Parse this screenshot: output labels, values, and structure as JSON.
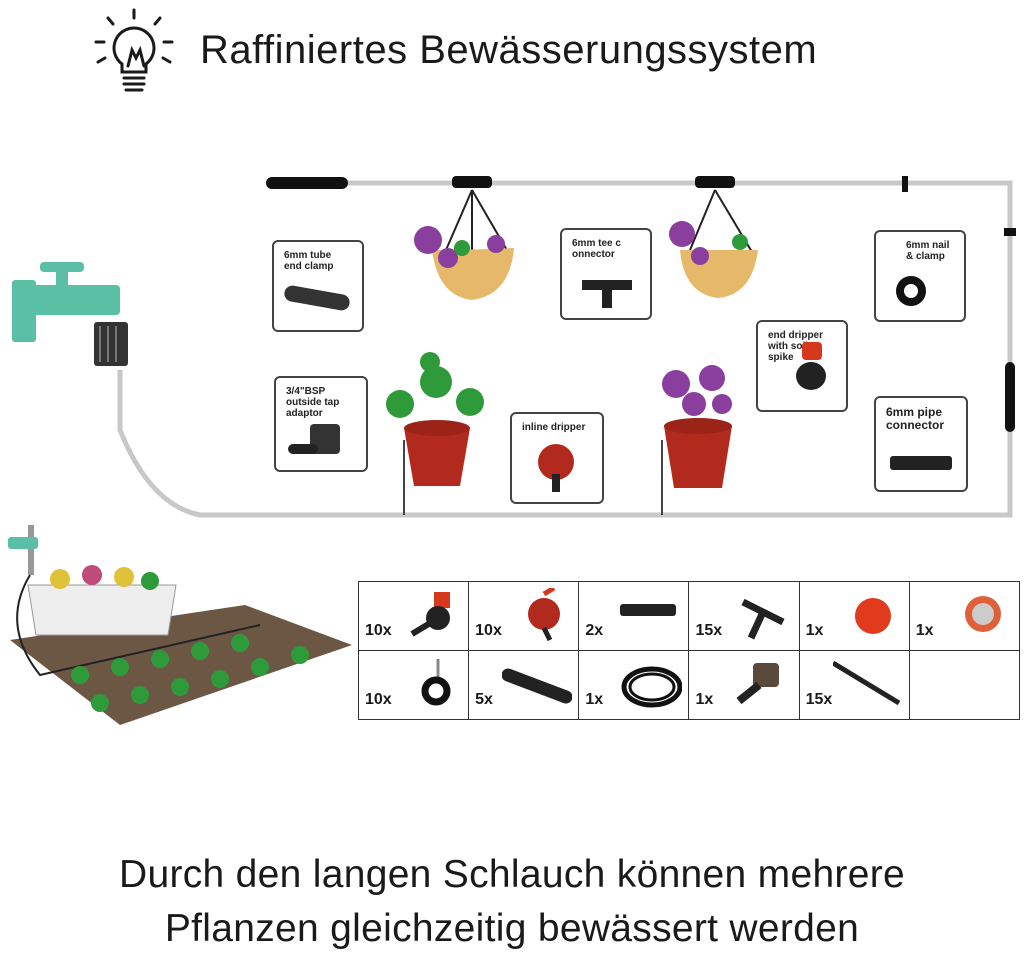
{
  "header": {
    "title": "Raffiniertes Bewässerungssystem",
    "icon": "lightbulb-icon"
  },
  "diagram": {
    "labels": {
      "tube_end_clamp": "6mm tube\nend clamp",
      "tee_connector": "6mm tee c\nonnector",
      "nail_clamp": "6mm nail\n& clamp",
      "tap_adaptor": "3/4\"BSP\noutside tap\nadaptor",
      "inline_dripper": "inline dripper",
      "end_dripper": "end dripper\nwith soil\nspike",
      "pipe_connector": "6mm pipe\nconnector"
    },
    "colors": {
      "tap": "#5bbfa6",
      "pot": "#b22a1e",
      "basket": "#e6b96a",
      "flower": "#8a3f9e",
      "leaf": "#2f9a3a",
      "pipe": "#c8c8c8"
    }
  },
  "parts_table": {
    "row1": [
      {
        "qty": "10x",
        "item": "end-dripper"
      },
      {
        "qty": "10x",
        "item": "inline-dripper"
      },
      {
        "qty": "2x",
        "item": "pipe-connector"
      },
      {
        "qty": "15x",
        "item": "tee-connector"
      },
      {
        "qty": "1x",
        "item": "red-cap"
      },
      {
        "qty": "1x",
        "item": "filter-washer"
      }
    ],
    "row2": [
      {
        "qty": "10x",
        "item": "nail-clamp"
      },
      {
        "qty": "5x",
        "item": "tube-end-clamp"
      },
      {
        "qty": "1x",
        "item": "tube-coil"
      },
      {
        "qty": "1x",
        "item": "tap-adaptor"
      },
      {
        "qty": "15x",
        "item": "stake"
      },
      {
        "qty": "",
        "item": "empty"
      }
    ]
  },
  "caption": {
    "line1": "Durch den langen Schlauch können mehrere",
    "line2": "Pflanzen gleichzeitig bewässert werden"
  }
}
